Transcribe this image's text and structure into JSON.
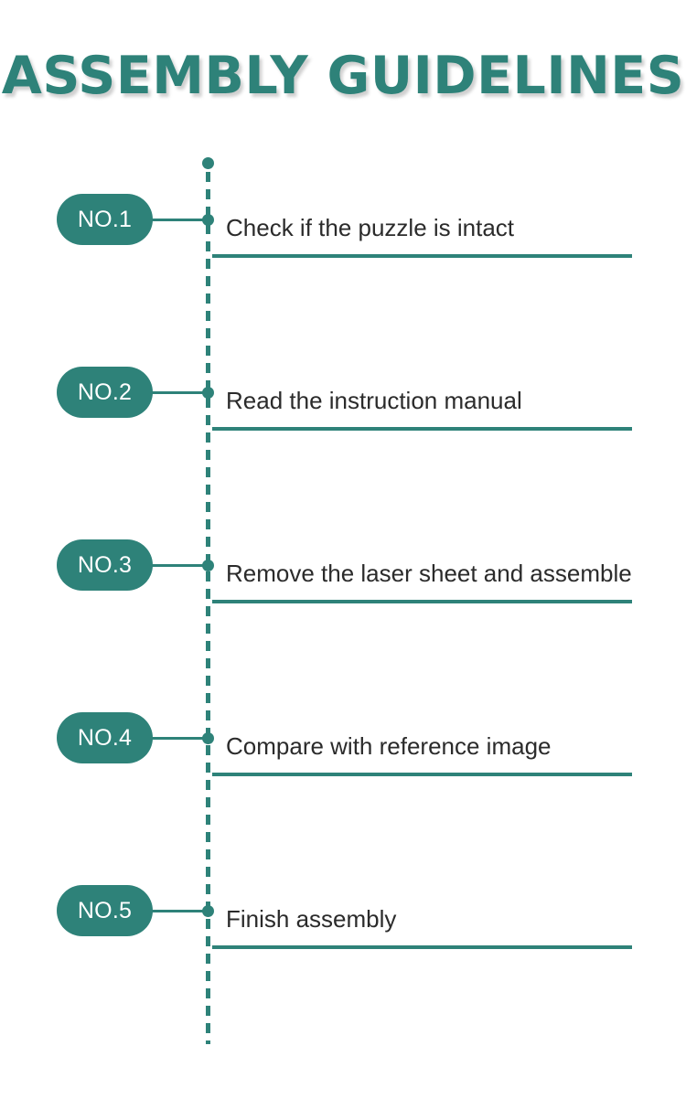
{
  "header": {
    "title": "ASSEMBLY GUIDELINES"
  },
  "colors": {
    "accent": "#2E8279",
    "text": "#2B2B2B",
    "background": "#FFFFFF",
    "badge_text": "#FFFFFF"
  },
  "timeline": {
    "orientation": "vertical",
    "line_style": "dashed",
    "steps": [
      {
        "badge": "NO.1",
        "text": "Check if the puzzle is intact"
      },
      {
        "badge": "NO.2",
        "text": "Read the instruction manual"
      },
      {
        "badge": "NO.3",
        "text": "Remove the laser sheet and assemble"
      },
      {
        "badge": "NO.4",
        "text": "Compare with reference image"
      },
      {
        "badge": "NO.5",
        "text": "Finish assembly"
      }
    ]
  }
}
